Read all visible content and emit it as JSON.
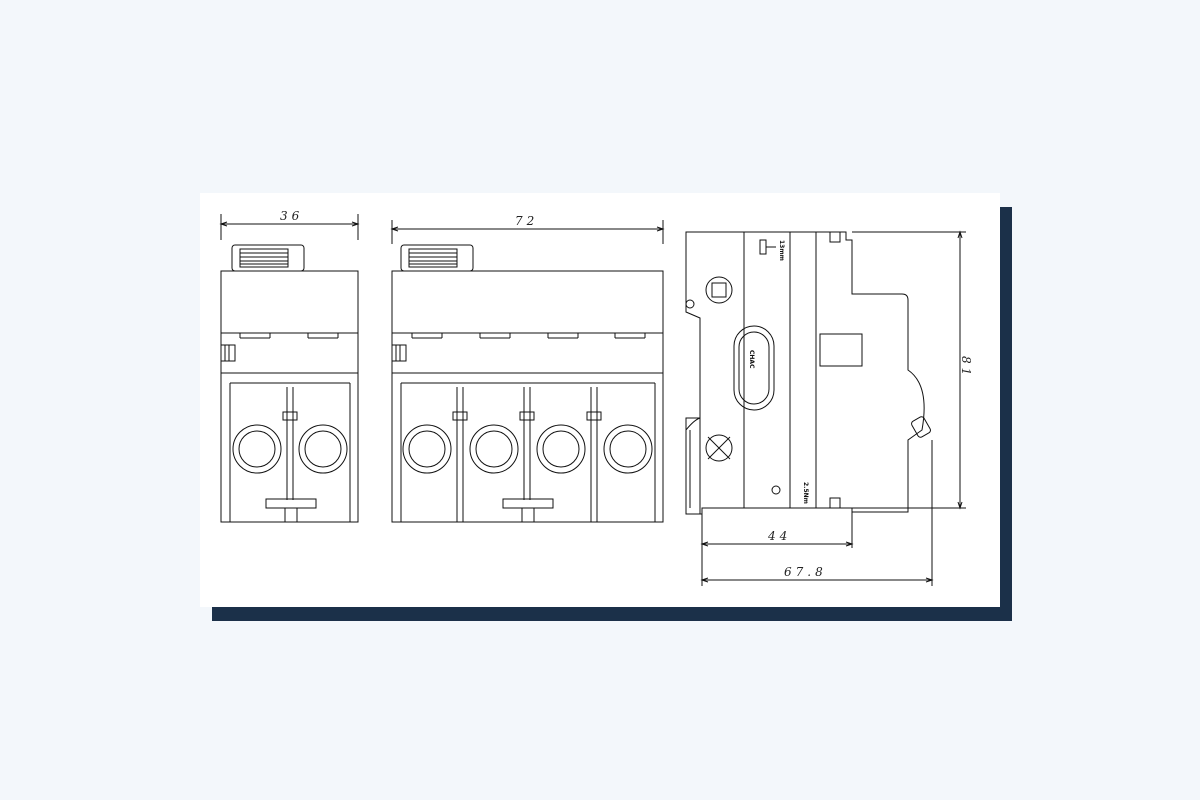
{
  "diagram": {
    "dimensions": {
      "width_1p": "36",
      "width_2p": "72",
      "height": "81",
      "depth_44": "44",
      "depth_678": "67.8"
    },
    "side_view": {
      "brand": "CHAC",
      "strip_length": "13mm",
      "torque": "2.5Nm"
    }
  },
  "colors": {
    "background": "#f3f7fb",
    "card": "#ffffff",
    "shadow": "#1b3049",
    "line": "#111111"
  }
}
